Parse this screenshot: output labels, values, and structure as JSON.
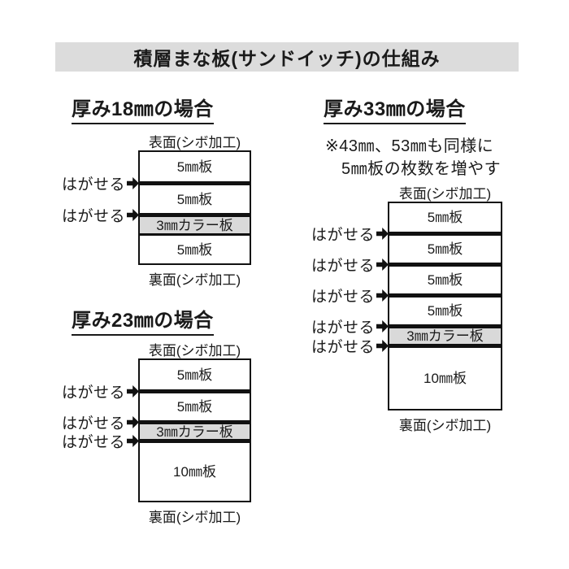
{
  "title": "積層まな板(サンドイッチ)の仕組み",
  "labels": {
    "peel": "はがせる",
    "front": "表面(シボ加工)",
    "back": "裏面(シボ加工)"
  },
  "colors": {
    "banner_bg": "#dcdcdc",
    "color_layer_bg": "#d9d9d9",
    "ink": "#111111"
  },
  "diagrams": [
    {
      "heading": "厚み18㎜の場合",
      "note_lines": [],
      "layers": [
        {
          "label": "5㎜板",
          "mm": 5,
          "h": 36,
          "color": false,
          "divider": "peel"
        },
        {
          "label": "5㎜板",
          "mm": 5,
          "h": 34,
          "color": false,
          "divider": "peel"
        },
        {
          "label": "3㎜カラー板",
          "mm": 3,
          "h": 20,
          "color": true,
          "divider": "thin"
        },
        {
          "label": "5㎜板",
          "mm": 5,
          "h": 34,
          "color": false,
          "divider": null
        }
      ]
    },
    {
      "heading": "厚み23㎜の場合",
      "note_lines": [],
      "layers": [
        {
          "label": "5㎜板",
          "mm": 5,
          "h": 36,
          "color": false,
          "divider": "peel"
        },
        {
          "label": "5㎜板",
          "mm": 5,
          "h": 33,
          "color": false,
          "divider": "peel"
        },
        {
          "label": "3㎜カラー板",
          "mm": 3,
          "h": 18,
          "color": true,
          "divider": "peel"
        },
        {
          "label": "10㎜板",
          "mm": 10,
          "h": 71,
          "color": false,
          "divider": null
        }
      ]
    },
    {
      "heading": "厚み33㎜の場合",
      "note_lines": [
        "※43㎜、53㎜も同様に",
        "5㎜板の枚数を増やす"
      ],
      "layers": [
        {
          "label": "5㎜板",
          "mm": 5,
          "h": 35,
          "color": false,
          "divider": "peel"
        },
        {
          "label": "5㎜板",
          "mm": 5,
          "h": 33,
          "color": false,
          "divider": "peel"
        },
        {
          "label": "5㎜板",
          "mm": 5,
          "h": 33,
          "color": false,
          "divider": "peel"
        },
        {
          "label": "5㎜板",
          "mm": 5,
          "h": 33,
          "color": false,
          "divider": "peel"
        },
        {
          "label": "3㎜カラー板",
          "mm": 3,
          "h": 19,
          "color": true,
          "divider": "peel"
        },
        {
          "label": "10㎜板",
          "mm": 10,
          "h": 75,
          "color": false,
          "divider": null
        }
      ]
    }
  ]
}
